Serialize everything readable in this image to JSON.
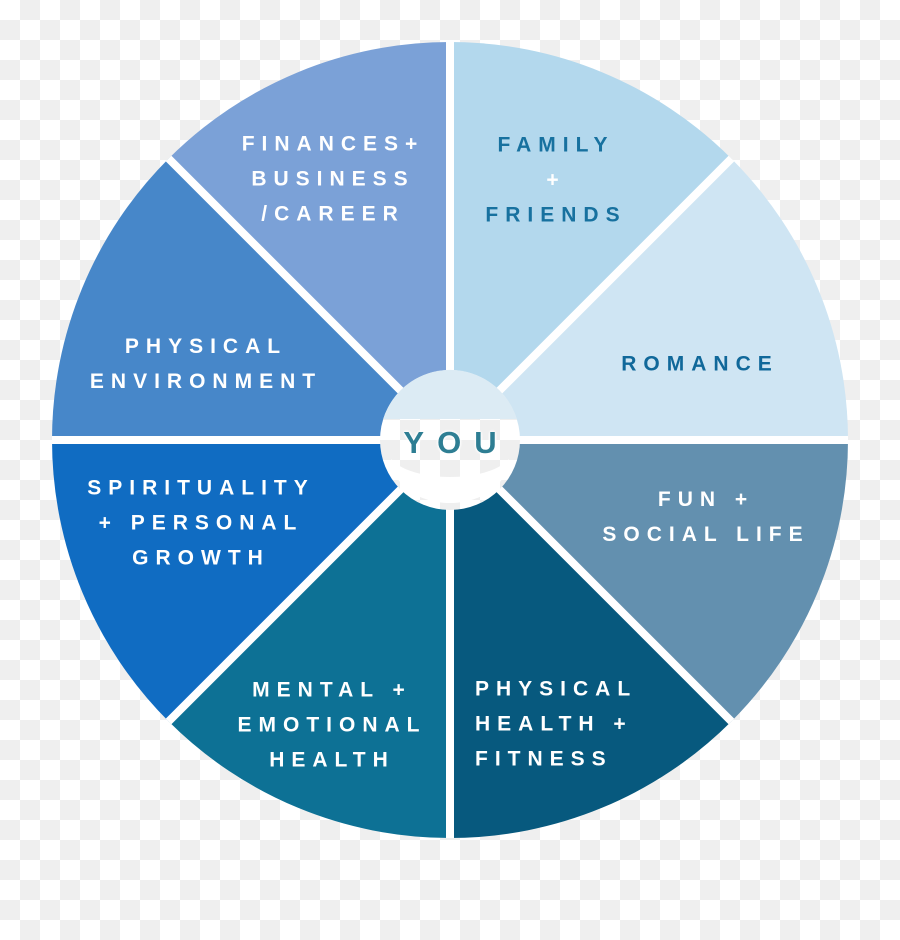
{
  "center": {
    "label": "YOU",
    "text_color": "#2e7e93",
    "cap_color": "#dcebf4",
    "smile_color": "#ffffff"
  },
  "dividers": {
    "color": "#ffffff"
  },
  "background": {
    "checker_light": "#ffffff",
    "checker_dark": "#efefef"
  },
  "sectors": [
    {
      "id": "family-friends",
      "lines": [
        "FAMILY",
        "+",
        "FRIENDS"
      ],
      "color": "#b3d8ed",
      "text_color": "#17719f",
      "plus_color": "#ffffff"
    },
    {
      "id": "romance",
      "lines": [
        "ROMANCE"
      ],
      "color": "#cfe5f3",
      "text_color": "#10689a"
    },
    {
      "id": "fun-social-life",
      "lines": [
        "FUN +",
        "SOCIAL LIFE"
      ],
      "color": "#6390af",
      "text_color": "#ffffff"
    },
    {
      "id": "physical-health-fitness",
      "lines": [
        "PHYSICAL",
        "HEALTH +",
        "FITNESS"
      ],
      "color": "#07597e",
      "text_color": "#ffffff"
    },
    {
      "id": "mental-emotional-health",
      "lines": [
        "MENTAL +",
        "EMOTIONAL",
        "HEALTH"
      ],
      "color": "#0d7195",
      "text_color": "#ffffff"
    },
    {
      "id": "spirituality-personal-growth",
      "lines": [
        "SPIRITUALITY",
        "+ PERSONAL",
        "GROWTH"
      ],
      "color": "#106cc2",
      "text_color": "#ffffff"
    },
    {
      "id": "physical-environment",
      "lines": [
        "PHYSICAL",
        "ENVIRONMENT"
      ],
      "color": "#4787c9",
      "text_color": "#ffffff"
    },
    {
      "id": "finances-business-career",
      "lines": [
        "FINANCES+",
        "BUSINESS",
        "/CAREER"
      ],
      "color": "#7ba1d7",
      "text_color": "#ffffff"
    }
  ]
}
